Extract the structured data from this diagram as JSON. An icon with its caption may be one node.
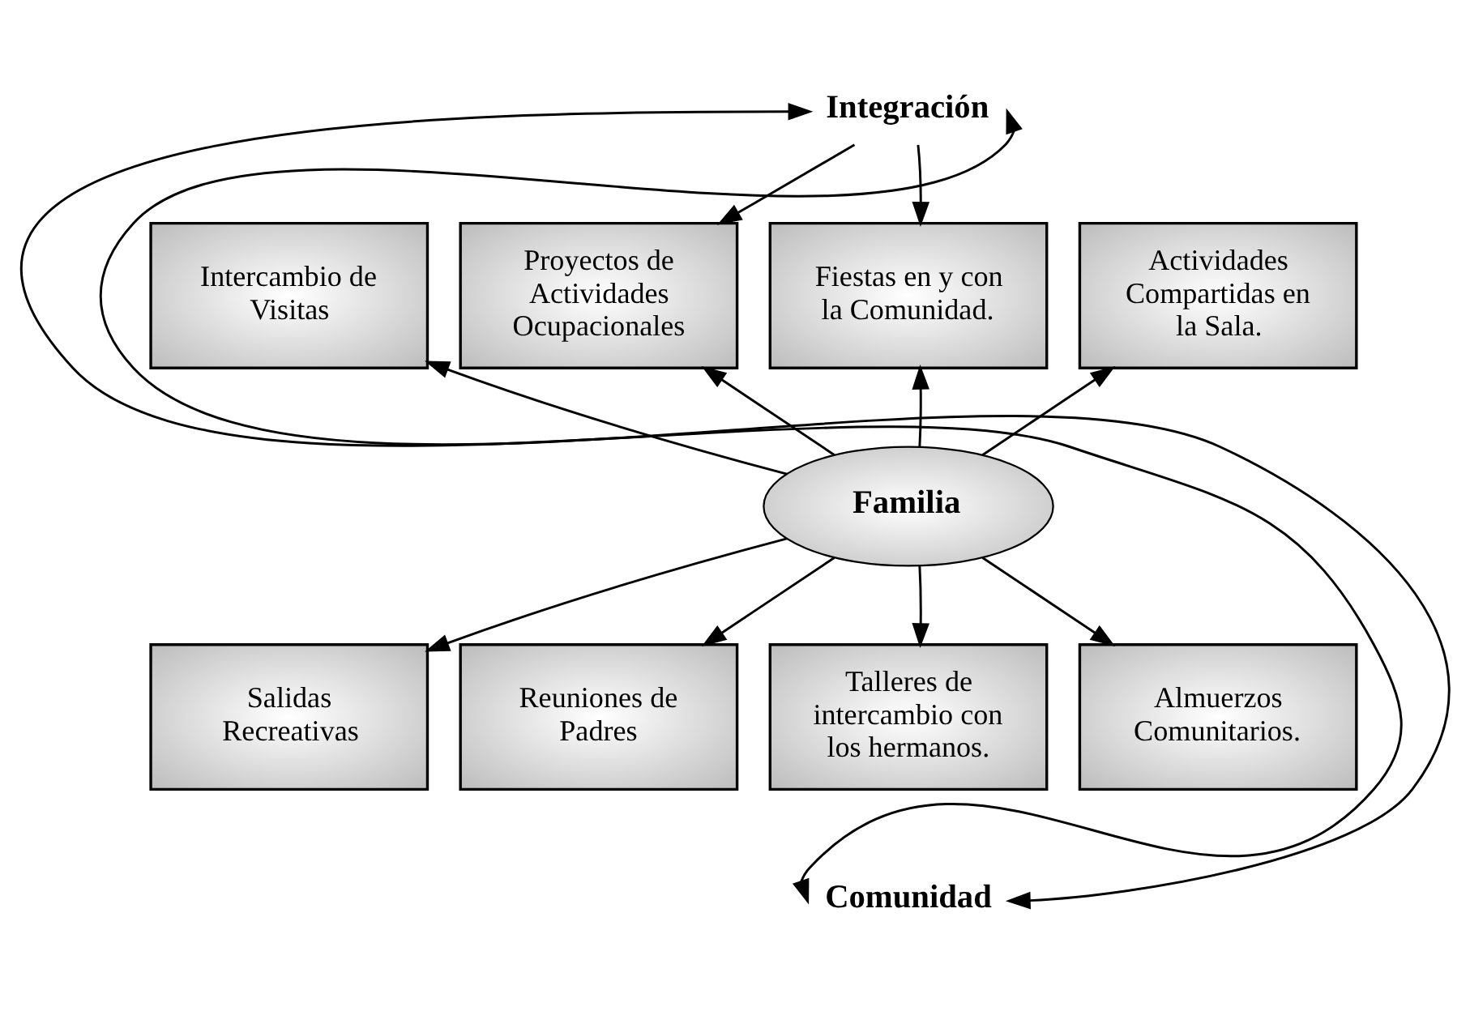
{
  "diagram": {
    "nodes": [
      {
        "text": [
          "Integración"
        ]
      },
      {
        "text": [
          "Intercambio de Visitas"
        ]
      },
      {
        "text": [
          "Proyectos de Actividades Ocupacionales"
        ]
      },
      {
        "text": [
          "Fiestas en y con la Comunidad."
        ]
      },
      {
        "text": [
          "Actividades Compartidas en la Sala."
        ]
      },
      {
        "text": [
          "Familia"
        ]
      },
      {
        "text": [
          "Salidas Recreativas"
        ]
      },
      {
        "text": [
          "Reuniones de Padres"
        ]
      },
      {
        "text": [
          "Talleres de intercambio con los hermanos."
        ]
      },
      {
        "text": [
          "Almuerzos Comunitarios."
        ]
      },
      {
        "text": [
          "Comunidad"
        ]
      }
    ],
    "edges": [
      {
        "from": 0,
        "to": 2,
        "arrow": "to"
      },
      {
        "from": 0,
        "to": 3,
        "arrow": "to"
      },
      {
        "from": 5,
        "to": 1,
        "arrow": "to"
      },
      {
        "from": 5,
        "to": 2,
        "arrow": "to"
      },
      {
        "from": 5,
        "to": 3,
        "arrow": "to"
      },
      {
        "from": 5,
        "to": 4,
        "arrow": "to"
      },
      {
        "from": 5,
        "to": 6,
        "arrow": "to"
      },
      {
        "from": 5,
        "to": 7,
        "arrow": "to"
      },
      {
        "from": 5,
        "to": 8,
        "arrow": "to"
      },
      {
        "from": 5,
        "to": 9,
        "arrow": "to"
      },
      {
        "from": 0,
        "to": 10,
        "arrow": "both"
      },
      {
        "from": 0,
        "to": 10,
        "arrow": "both"
      }
    ]
  }
}
